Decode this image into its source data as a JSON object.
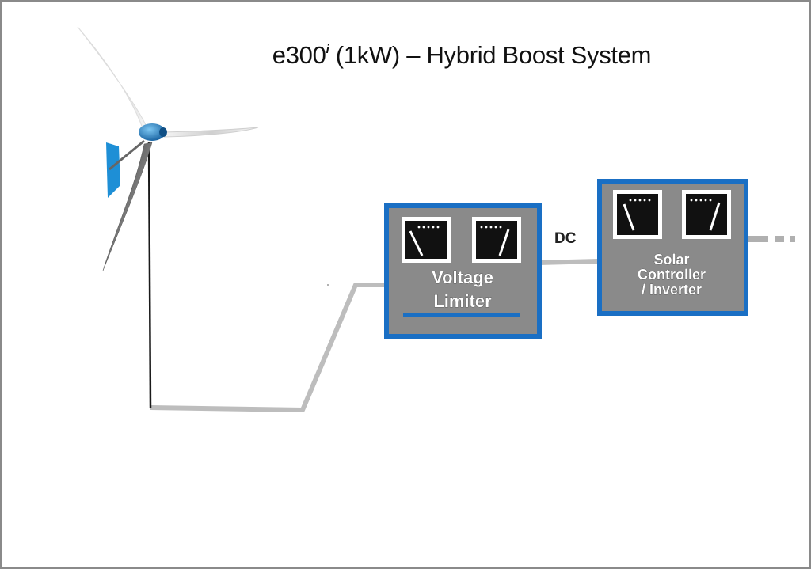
{
  "title": {
    "main": "e300",
    "superscript": "i",
    "rest": " (1kW) – Hybrid Boost System"
  },
  "voltage_limiter": {
    "line1": "Voltage",
    "line2": "Limiter"
  },
  "connection_label": "DC",
  "solar_controller": {
    "line1": "Solar",
    "line2": "Controller",
    "line3": "/ Inverter"
  },
  "icons": [
    "wind-turbine-icon",
    "meter-icon"
  ],
  "colors": {
    "box_border": "#1a6fc4",
    "box_fill": "#8a8a8a",
    "wire": "#bdbdbd",
    "turbine_blue": "#1e8fd6"
  }
}
